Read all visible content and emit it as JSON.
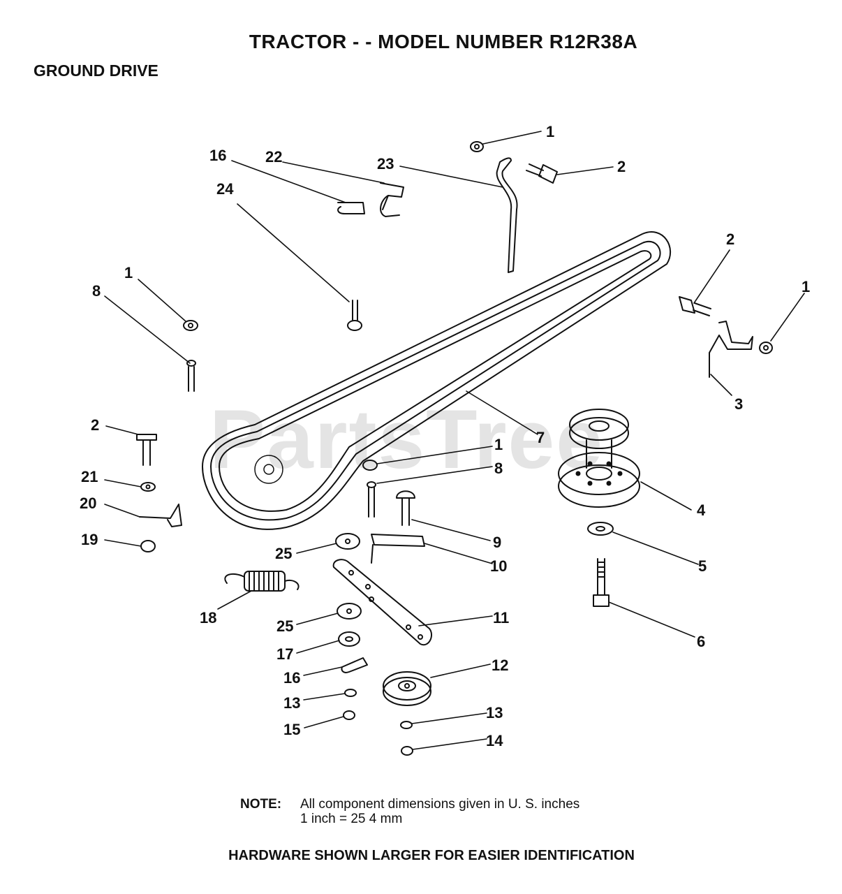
{
  "title": "TRACTOR - - MODEL NUMBER R12R38A",
  "subtitle": "GROUND DRIVE",
  "watermark": "PartsTree",
  "note": {
    "label": "NOTE:",
    "line1": "All component dimensions given in U. S. inches",
    "line2": "1 inch = 25 4 mm"
  },
  "footer": "HARDWARE SHOWN LARGER FOR EASIER IDENTIFICATION",
  "callouts": [
    {
      "label": "1",
      "part": "nut-top"
    },
    {
      "label": "2",
      "part": "bolt-top"
    },
    {
      "label": "23",
      "part": "rod-23"
    },
    {
      "label": "16",
      "part": "clip-upper"
    },
    {
      "label": "22",
      "part": "hook-22"
    },
    {
      "label": "24",
      "part": "bolt-24"
    },
    {
      "label": "2",
      "part": "bolt-right"
    },
    {
      "label": "1",
      "part": "nut-right"
    },
    {
      "label": "3",
      "part": "bracket-3"
    },
    {
      "label": "1",
      "part": "nut-left"
    },
    {
      "label": "8",
      "part": "pin-left"
    },
    {
      "label": "7",
      "part": "belt"
    },
    {
      "label": "1",
      "part": "nut-center"
    },
    {
      "label": "8",
      "part": "pin-center"
    },
    {
      "label": "2",
      "part": "bolt-left"
    },
    {
      "label": "21",
      "part": "washer-21"
    },
    {
      "label": "20",
      "part": "bracket-20"
    },
    {
      "label": "19",
      "part": "nut-19"
    },
    {
      "label": "4",
      "part": "pulley-4"
    },
    {
      "label": "9",
      "part": "bolt-9"
    },
    {
      "label": "10",
      "part": "arm-10"
    },
    {
      "label": "25",
      "part": "washer-25-upper"
    },
    {
      "label": "5",
      "part": "washer-5"
    },
    {
      "label": "18",
      "part": "spring-18"
    },
    {
      "label": "11",
      "part": "plate-11"
    },
    {
      "label": "25",
      "part": "washer-25-lower"
    },
    {
      "label": "6",
      "part": "bolt-6"
    },
    {
      "label": "17",
      "part": "spacer-17"
    },
    {
      "label": "12",
      "part": "idler-12"
    },
    {
      "label": "16",
      "part": "clip-lower"
    },
    {
      "label": "13",
      "part": "washer-13-left"
    },
    {
      "label": "13",
      "part": "washer-13-right"
    },
    {
      "label": "15",
      "part": "nut-15"
    },
    {
      "label": "14",
      "part": "nut-14"
    }
  ]
}
